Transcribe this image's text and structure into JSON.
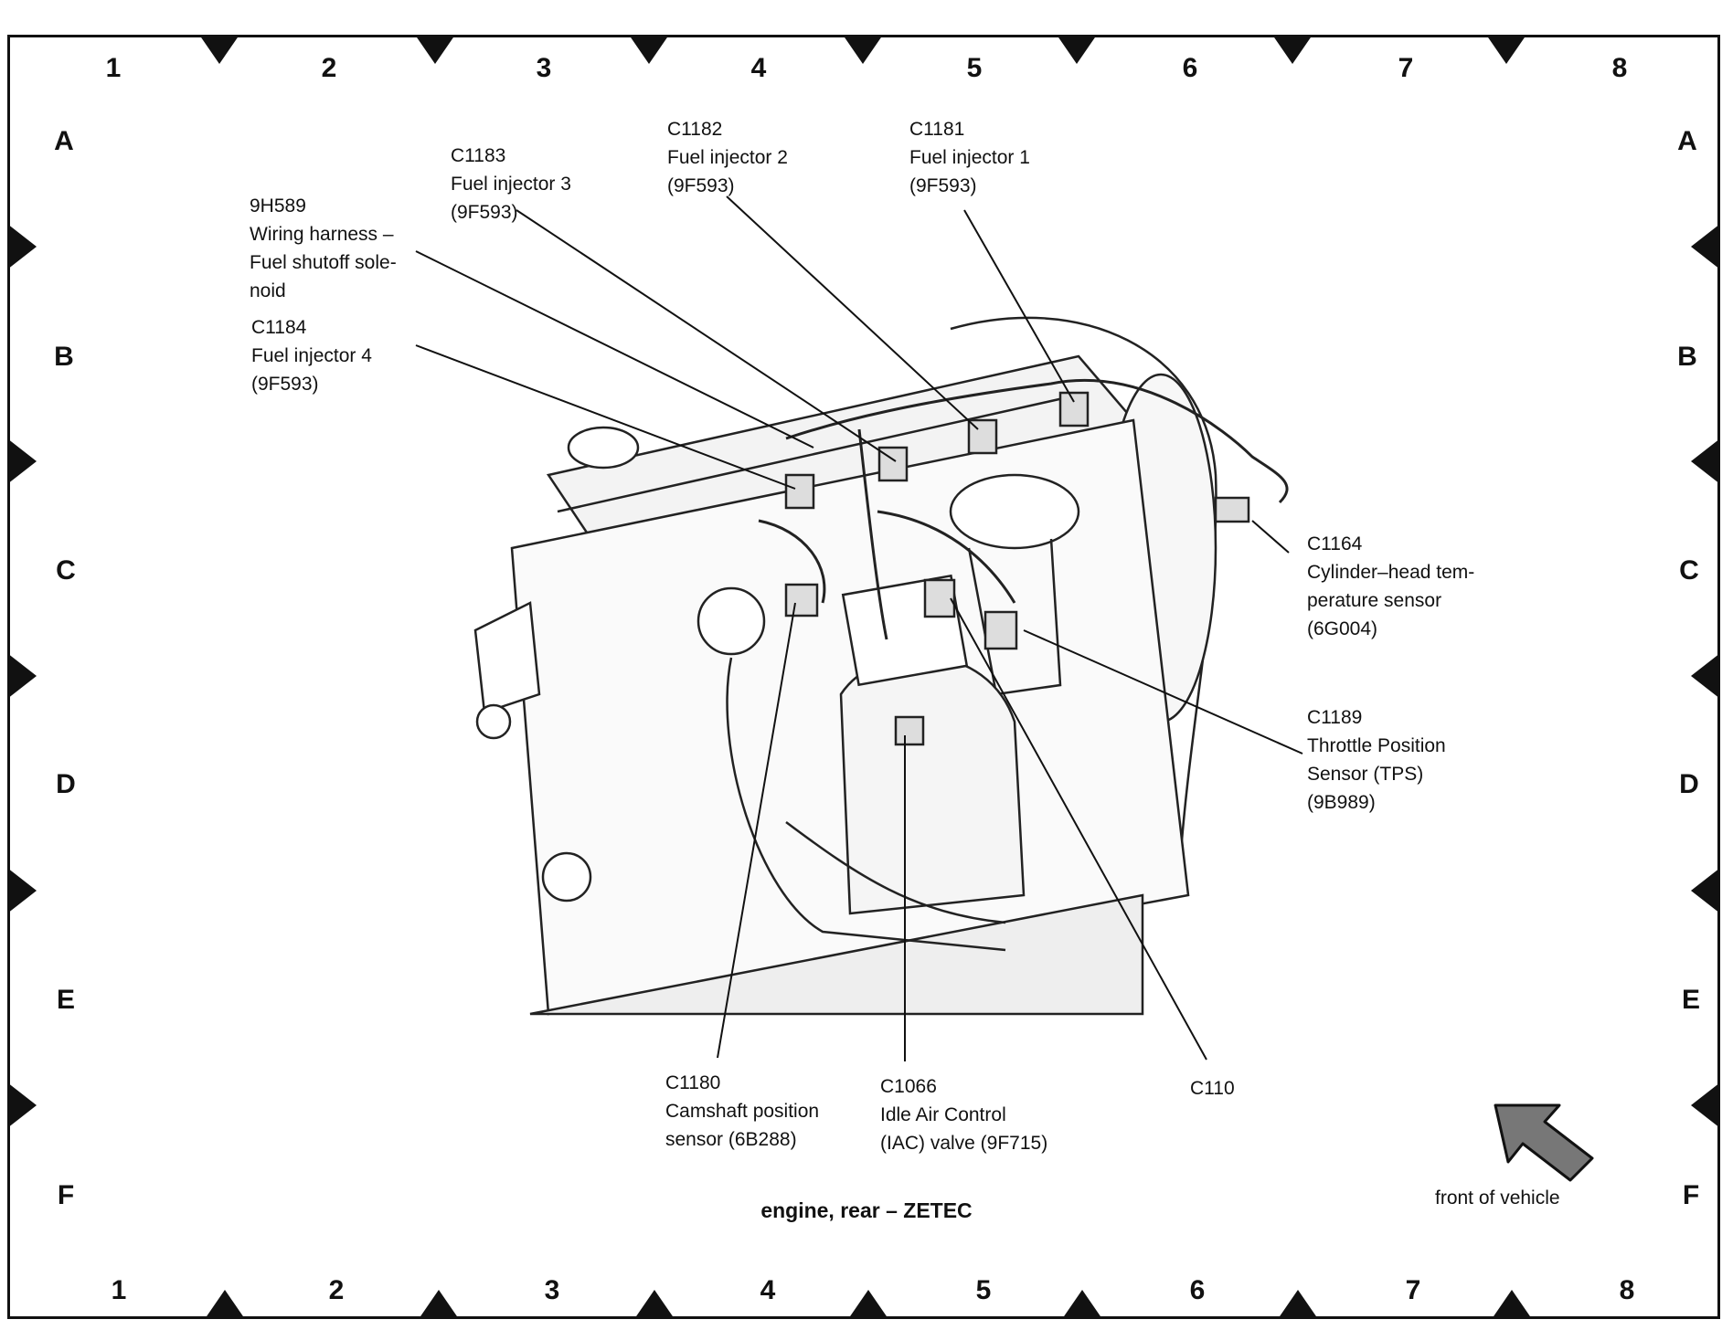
{
  "grid": {
    "columns": [
      "1",
      "2",
      "3",
      "4",
      "5",
      "6",
      "7",
      "8"
    ],
    "rows": [
      "A",
      "B",
      "C",
      "D",
      "E",
      "F"
    ]
  },
  "callouts": [
    {
      "id": "c1183",
      "lines": [
        "C1183",
        "Fuel injector 3",
        "(9F593)"
      ]
    },
    {
      "id": "c1182",
      "lines": [
        "C1182",
        "Fuel injector 2",
        "(9F593)"
      ]
    },
    {
      "id": "c1181",
      "lines": [
        "C1181",
        "Fuel injector 1",
        "(9F593)"
      ]
    },
    {
      "id": "9h589",
      "lines": [
        "9H589",
        "Wiring harness –",
        "Fuel shutoff sole-",
        "noid"
      ]
    },
    {
      "id": "c1184",
      "lines": [
        "C1184",
        "Fuel injector 4",
        "(9F593)"
      ]
    },
    {
      "id": "c1164",
      "lines": [
        "C1164",
        "Cylinder–head tem-",
        "perature sensor",
        "(6G004)"
      ]
    },
    {
      "id": "c1189",
      "lines": [
        "C1189",
        "Throttle Position",
        "Sensor (TPS)",
        "(9B989)"
      ]
    },
    {
      "id": "c1180",
      "lines": [
        "C1180",
        "Camshaft position",
        "sensor (6B288)"
      ]
    },
    {
      "id": "c1066",
      "lines": [
        "C1066",
        "Idle Air Control",
        "(IAC) valve (9F715)"
      ]
    },
    {
      "id": "c110",
      "lines": [
        "C110"
      ]
    }
  ],
  "caption": "engine, rear – ZETEC",
  "front_label": "front of vehicle",
  "icons": {
    "direction": "front-of-vehicle-arrow-icon"
  }
}
